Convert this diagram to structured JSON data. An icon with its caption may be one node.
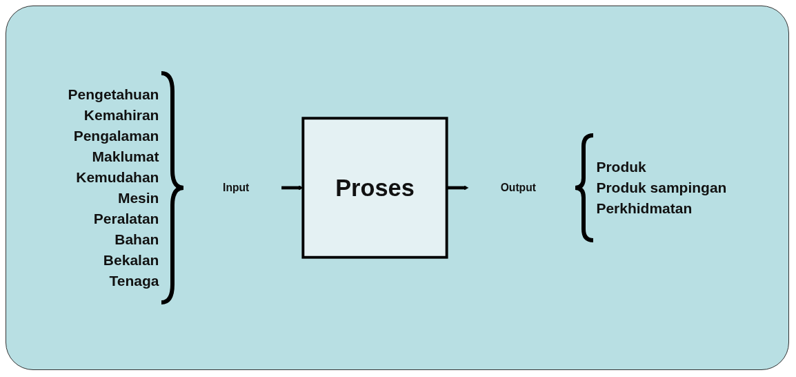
{
  "diagram": {
    "nodes": [
      {
        "text": [
          "Input"
        ]
      },
      {
        "text": [
          "Proses"
        ]
      },
      {
        "text": [
          "Output"
        ]
      }
    ],
    "edges": [
      {
        "from": 0,
        "to": 1,
        "arrow": "to"
      },
      {
        "from": 1,
        "to": 2,
        "arrow": "to"
      }
    ],
    "labels": [
      "Pengetahuan",
      "Kemahiran",
      "Pengalaman",
      "Maklumat",
      "Kemudahan",
      "Mesin",
      "Peralatan",
      "Bahan",
      "Bekalan",
      "Tenaga",
      "Produk",
      "Produk sampingan",
      "Perkhidmatan"
    ]
  }
}
